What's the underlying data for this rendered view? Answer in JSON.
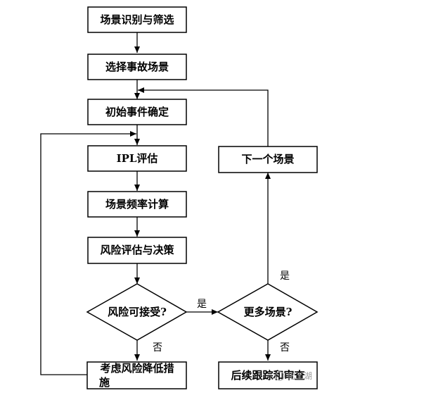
{
  "nodes": {
    "scene_identify": "场景识别与筛选",
    "select_scene": "选择事故场景",
    "initial_event": "初始事件确定",
    "ipl_eval": "IPL评估",
    "scene_freq": "场景频率计算",
    "risk_eval": "风险评估与决策",
    "risk_acceptable": "风险可接受?",
    "more_scenes": "更多场景?",
    "next_scene": "下一个场景",
    "reduce_risk_line1": "考虑风险降低措",
    "reduce_risk_line2": "施",
    "follow_up": "后续跟踪和审查"
  },
  "edges": {
    "risk_yes": "是",
    "risk_no": "否",
    "more_yes": "是",
    "more_no": "否"
  },
  "watermark": "化工湖"
}
